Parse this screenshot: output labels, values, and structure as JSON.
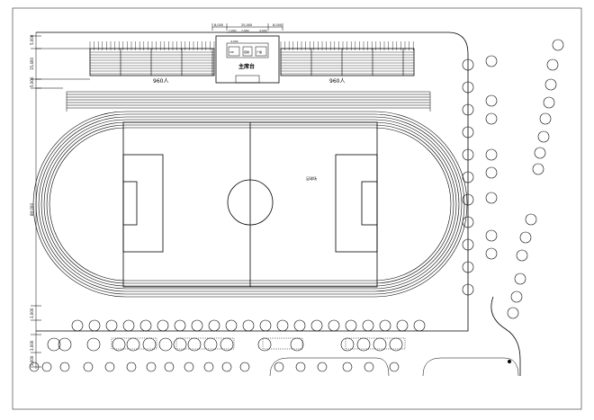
{
  "drawing": {
    "grandstand": {
      "main_stand_label": "主席台",
      "left_capacity": "960人",
      "right_capacity": "960人",
      "top_dims": [
        "8,000",
        "20,000",
        "8,000"
      ],
      "sub_dims": [
        "7,000",
        "7,000",
        "4,000"
      ],
      "left_dims": [
        "5,000",
        "15,400",
        "5,000"
      ],
      "room_labels": [
        "VIP",
        "控制",
        "广播"
      ],
      "room_dim": "4,000"
    },
    "field": {
      "label": "足球场",
      "vertical_dim": "89,000"
    },
    "bottom_dims": [
      "3,000",
      "3,000",
      "3,000"
    ]
  }
}
